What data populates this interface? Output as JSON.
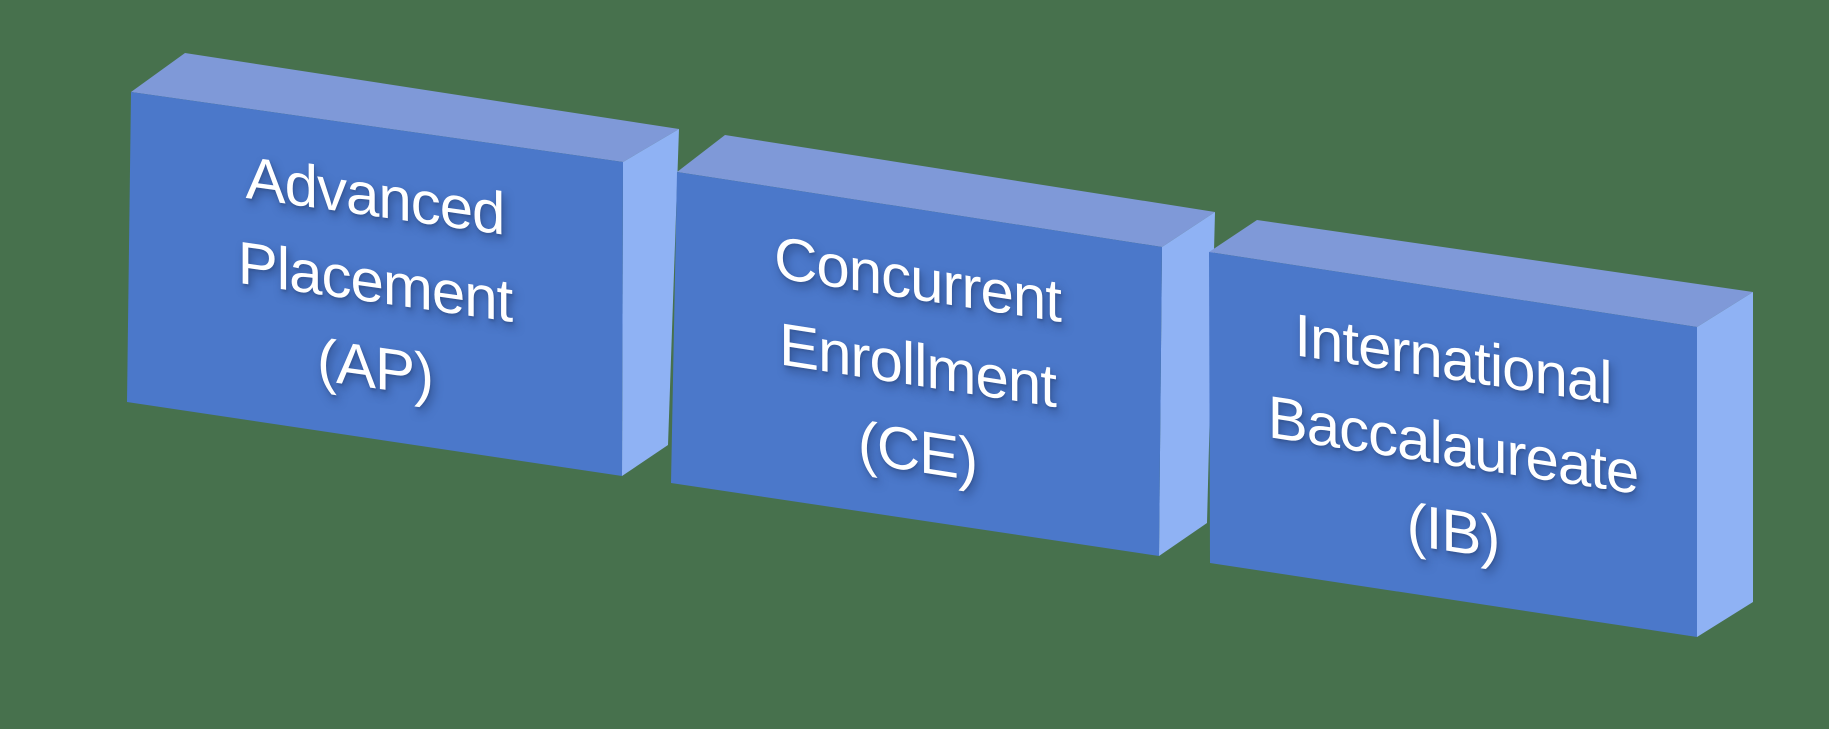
{
  "background_color": "#47714D",
  "colors": {
    "front_face": "#4b78ca",
    "top_face": "#7f99d8",
    "side_face": "#8fb2f4",
    "text": "#ffffff"
  },
  "blocks": [
    {
      "id": "ap",
      "label": "Advanced Placement (AP)",
      "lines": [
        "Advanced",
        "Placement",
        "(AP)"
      ]
    },
    {
      "id": "ce",
      "label": "Concurrent Enrollment (CE)",
      "lines": [
        "Concurrent",
        "Enrollment",
        "(CE)"
      ]
    },
    {
      "id": "ib",
      "label": "International Baccalaureate (IB)",
      "lines": [
        "International",
        "Baccalaureate",
        "(IB)"
      ]
    }
  ]
}
